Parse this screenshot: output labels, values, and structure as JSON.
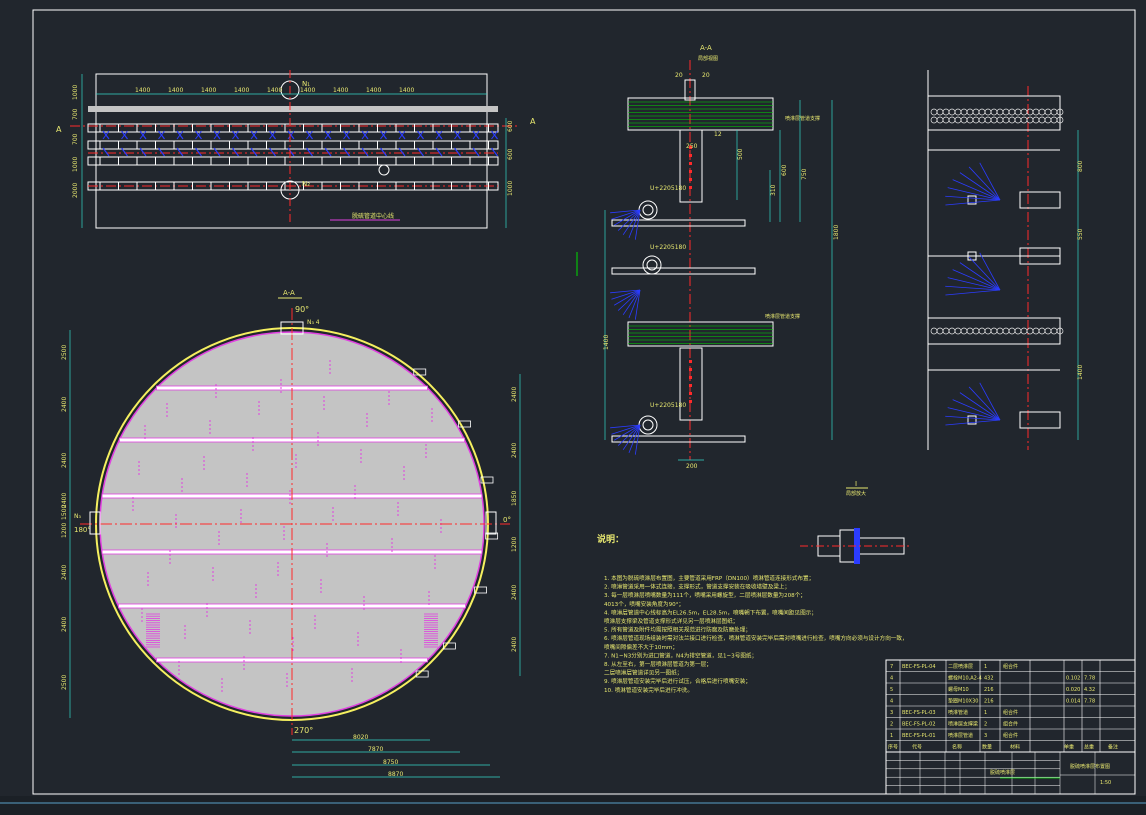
{
  "colors": {
    "background": "#21262d",
    "frame": "#ffffff",
    "centerline": "#ff2a2a",
    "dimension": "#33d6c8",
    "text": "#e8e870",
    "nozzle_blue": "#2b3cff",
    "pipe_magenta": "#e040e0",
    "plate_grey": "#c4c4c4",
    "green": "#00dd00",
    "yellow": "#f5f060"
  },
  "top_view": {
    "dims_top": [
      "1400",
      "1400",
      "1400",
      "1400",
      "1400",
      "1400",
      "1400",
      "1400",
      "1400"
    ],
    "dims_left": [
      "1000",
      "700",
      "700",
      "1000",
      "2000"
    ],
    "dims_right": [
      "600",
      "600",
      "1000"
    ],
    "nozzle_top": "N₁",
    "nozzle_bottom": "N₂",
    "section_marker_left": "A",
    "section_marker_right": "A",
    "center_note": "脱硫管道中心线"
  },
  "section_aa": {
    "title": "A-A",
    "angle_top": "90°",
    "angle_bottom": "270°",
    "angle_left": "180°",
    "angle_right": "0°",
    "nozzle_top": "N₃ 4",
    "nozzle_left": "N₃",
    "dims_left": [
      "2500",
      "2400",
      "2400",
      "2400",
      "1500",
      "1200",
      "2400",
      "2400",
      "2500"
    ],
    "dims_right": [
      "2400",
      "2400",
      "1850",
      "1200",
      "2400",
      "2400"
    ],
    "dims_bottom": [
      "8020",
      "7870",
      "8750",
      "8870"
    ]
  },
  "detail_view": {
    "title": "A-A",
    "subtitle": "局部视图",
    "dims_top": [
      "20",
      "20"
    ],
    "dim_250": "250",
    "dim_12": "12",
    "dim_500": "500",
    "dim_600": "600",
    "dim_750": "750",
    "dim_1800": "1800",
    "dim_310": "310",
    "dim_1400": "1400",
    "dim_200": "200",
    "label_u1": "U+2205180",
    "label_u2": "U+2205180",
    "label_u3": "U+2205180",
    "note_top": "喷淋层管道支撑",
    "note_mid": "喷淋层管道支撑"
  },
  "side_view": {
    "dims": [
      "800",
      "550",
      "1400"
    ]
  },
  "detail_i": {
    "title": "I",
    "subtitle": "局部放大"
  },
  "notes": {
    "heading": "说明：",
    "items": [
      "1. 本图为脱硫喷淋层布置图，主要管道采用FRP（DN100）喷淋管道连接形式布置；",
      "2. 喷淋管道采用一体式连接，支撑形式，管道支撑安装在吸收塔壁及梁上；",
      "3. 每一层喷淋层喷嘴数量为111个，喷嘴采用螺旋型，二层喷淋层数量为208个；",
      "  4013个，喷嘴安装角度为90°；",
      "4. 喷淋层管道中心线标高为EL26.5m，EL28.5m，喷嘴朝下布置，喷嘴间距见图示；",
      "  喷淋层支撑梁及管道支撑形式详见另一层喷淋层图纸；",
      "5. 所有管道及附件均需按照相关规范进行防腐及防磨处理；",
      "6. 喷淋层管道现场组装时需对法兰接口进行检查，喷淋管道安装完毕后需对喷嘴进行检查，喷嘴方向必须与设计方向一致，",
      "  喷嘴间隙偏差不大于10mm；",
      "7. N1~N3分别为进口管道，N4为排空管道，见1~3号图纸；",
      "8. 从左至右，第一层喷淋层管道为第一层；",
      "  二层喷淋层管道详见另一图纸；",
      "9. 喷淋层管道安装完毕后进行试压，合格后进行喷嘴安装；",
      "10. 喷淋管道安装完毕后进行冲洗。"
    ]
  },
  "bom": {
    "rows": [
      {
        "no": "7",
        "code": "BEC-FS-PL-04",
        "name": "二层喷淋层",
        "qty": "1",
        "mat": "组合件",
        "w1": "",
        "w2": ""
      },
      {
        "no": "4",
        "code": "",
        "name": "螺栓M10,A2-4",
        "qty": "432",
        "mat": "",
        "w1": "0.102",
        "w2": "7.78"
      },
      {
        "no": "5",
        "code": "",
        "name": "螺母M10",
        "qty": "216",
        "mat": "",
        "w1": "0.020",
        "w2": "4.32"
      },
      {
        "no": "4",
        "code": "",
        "name": "垫圈M10X30",
        "qty": "216",
        "mat": "",
        "w1": "0.014",
        "w2": "7.78"
      },
      {
        "no": "3",
        "code": "BEC-FS-PL-03",
        "name": "喷淋管道",
        "qty": "1",
        "mat": "组合件",
        "w1": "",
        "w2": ""
      },
      {
        "no": "2",
        "code": "BEC-FS-PL-02",
        "name": "喷淋层支撑梁",
        "qty": "2",
        "mat": "组合件",
        "w1": "",
        "w2": ""
      },
      {
        "no": "1",
        "code": "BEC-FS-PL-01",
        "name": "喷淋层管道",
        "qty": "3",
        "mat": "组合件",
        "w1": "",
        "w2": ""
      }
    ],
    "header": [
      "序号",
      "代号",
      "名称",
      "数量",
      "材料",
      "单重",
      "总重",
      "备注"
    ]
  },
  "title_block": {
    "company": "脱硫喷淋层",
    "drawing_title": "脱硫喷淋层布置图",
    "scale": "1:50"
  }
}
